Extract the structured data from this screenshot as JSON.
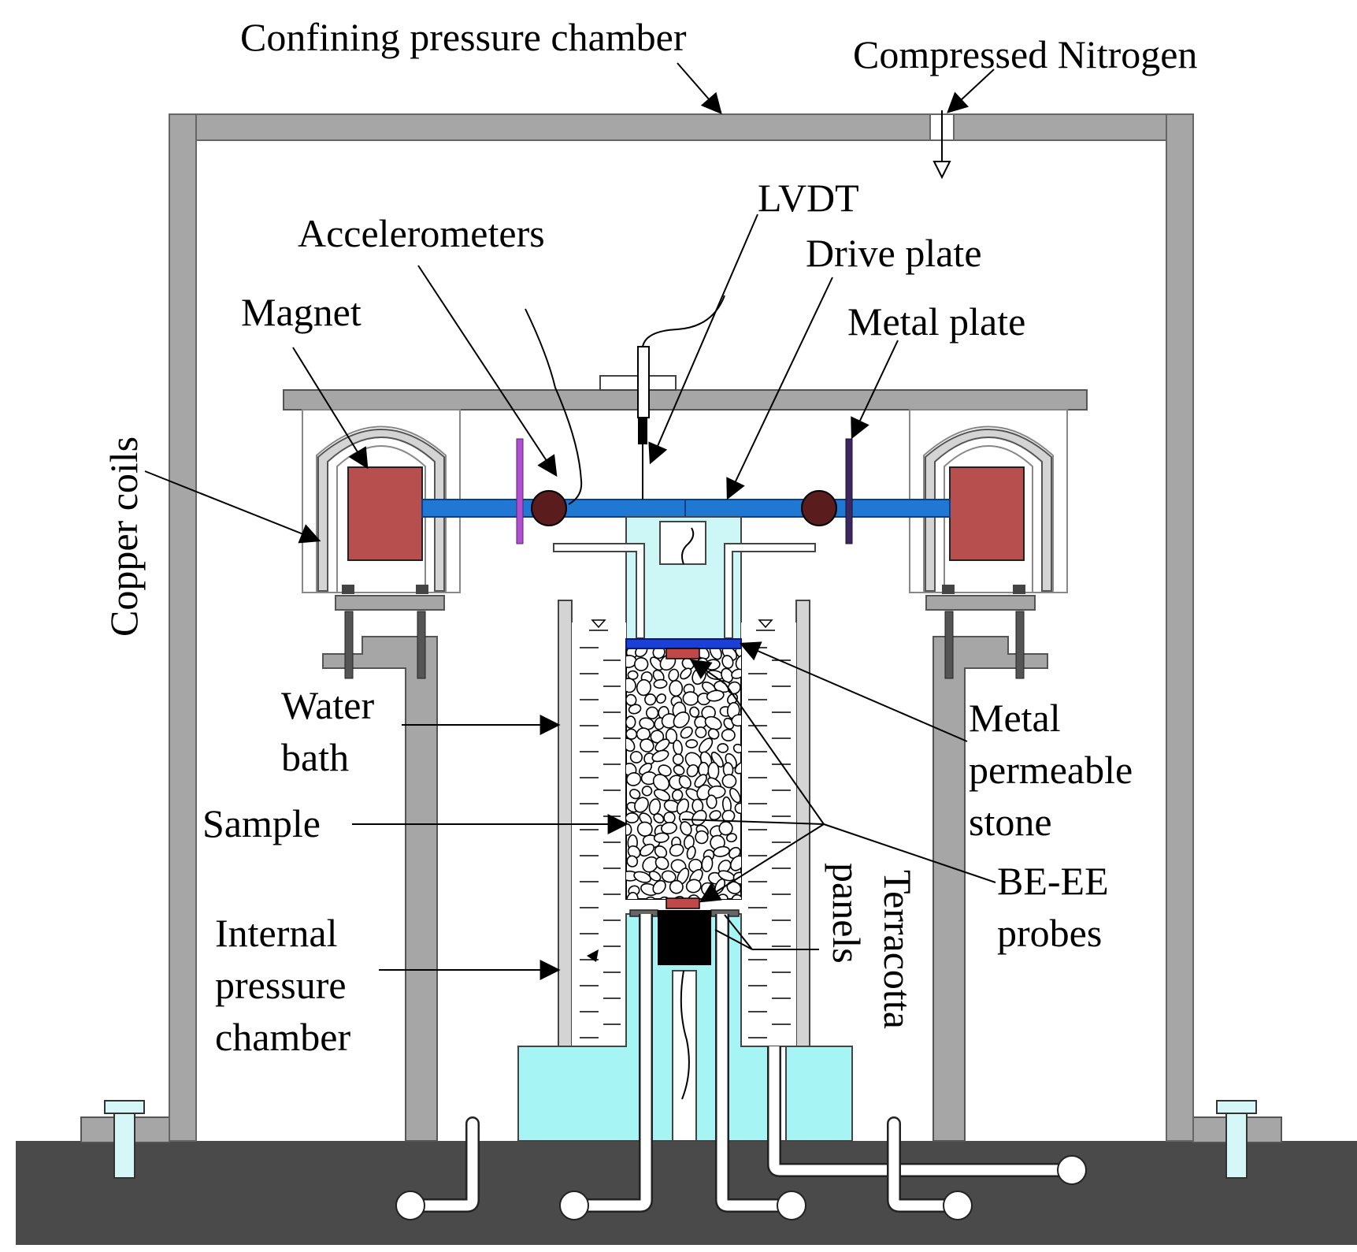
{
  "labels": {
    "confining_pressure_chamber": "Confining pressure chamber",
    "compressed_nitrogen": "Compressed Nitrogen",
    "lvdt": "LVDT",
    "accelerometers": "Accelerometers",
    "drive_plate": "Drive plate",
    "magnet": "Magnet",
    "metal_plate": "Metal plate",
    "copper_coils": "Copper coils",
    "water_bath_line1": "Water",
    "water_bath_line2": "bath",
    "sample": "Sample",
    "internal_pressure_chamber_line1": "Internal",
    "internal_pressure_chamber_line2": "pressure",
    "internal_pressure_chamber_line3": "chamber",
    "metal_permeable_stone_line1": "Metal",
    "metal_permeable_stone_line2": "permeable",
    "metal_permeable_stone_line3": "stone",
    "be_ee_probes_line1": "BE-EE",
    "be_ee_probes_line2": "probes",
    "terracotta_panels_line1": "Terracotta",
    "terracotta_panels_line2": "panels"
  },
  "colors": {
    "frame_gray": "#a6a6a6",
    "base_dark": "#4a4a4a",
    "magnet_red": "#b84f4f",
    "drive_plate_blue": "#1f78d1",
    "permeable_stone_blue": "#1a40d8",
    "accelerometer_brown": "#5a1c1c",
    "metal_plate_left_purple": "#b04fd0",
    "metal_plate_right_navy": "#3c2860",
    "fluid_cyan": "#cdf7f7",
    "pedestal_cyan": "#a6f4f4",
    "probe_red": "#c04848",
    "light_gray": "#d4d4d4"
  }
}
